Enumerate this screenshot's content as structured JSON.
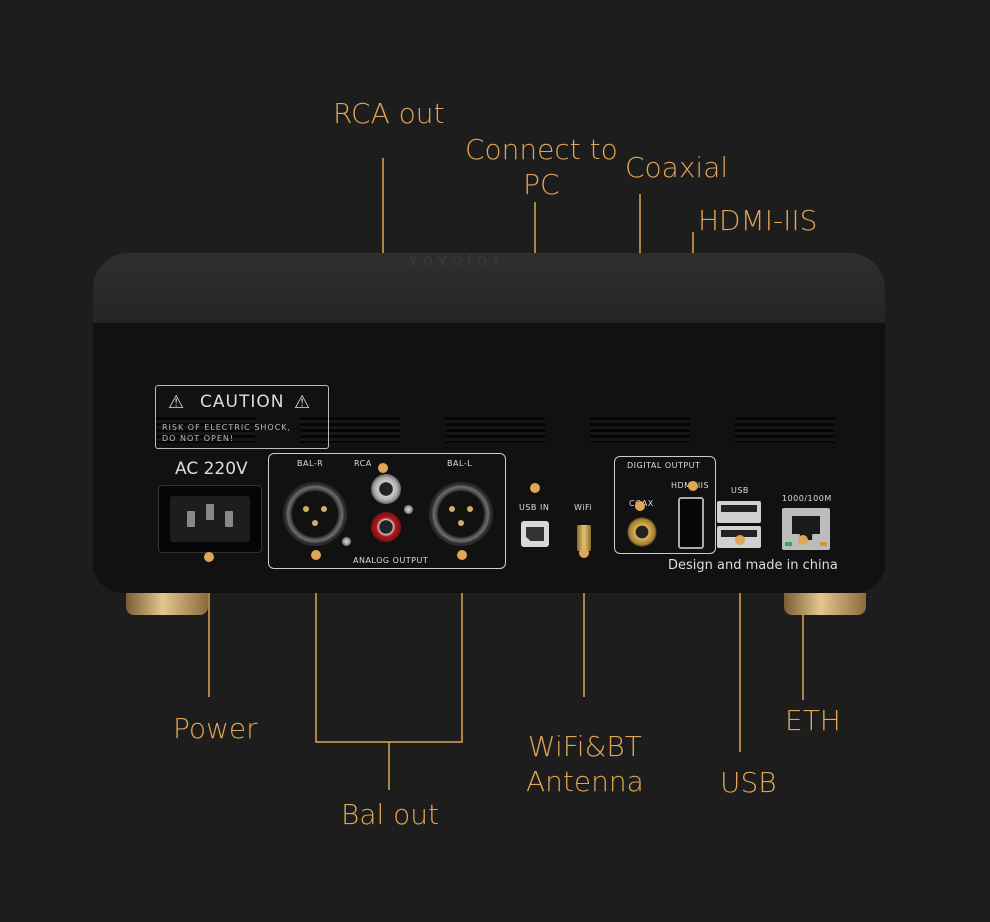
{
  "callouts": {
    "rca_out": "RCA out",
    "connect_line1": "Connect to",
    "connect_line2": "PC",
    "coaxial": "Coaxial",
    "hdmi_iis": "HDMI-IIS",
    "power": "Power",
    "bal_out": "Bal out",
    "wifi_line1": "WiFi&BT",
    "wifi_line2": "Antenna",
    "usb": "USB",
    "eth": "ETH"
  },
  "panel": {
    "brand": "XOJOAOA",
    "caution_title": "CAUTION",
    "caution_line1": "RISK OF ELECTRIC SHOCK,",
    "caution_line2": "DO NOT OPEN!",
    "ac": "AC 220V",
    "bal_r": "BAL-R",
    "rca": "RCA",
    "bal_l": "BAL-L",
    "analog_output": "ANALOG OUTPUT",
    "usb_in": "USB IN",
    "wifi": "WiFi",
    "digital_output": "DIGITAL OUTPUT",
    "coax": "COAX",
    "hdmi_iis": "HDMI-IIS",
    "usb": "USB",
    "ethernet": "1000/100M",
    "made_in": "Design and made in china"
  },
  "colors": {
    "background": "#1d1d1d",
    "callout": "#e0a556"
  }
}
